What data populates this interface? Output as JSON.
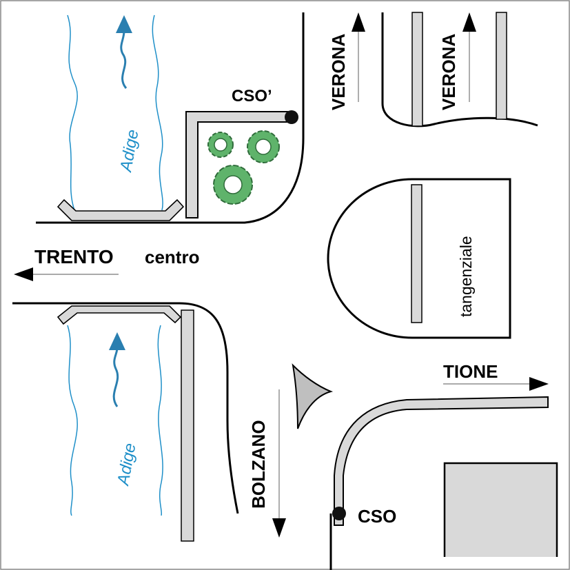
{
  "title": "Road junction schematic",
  "colors": {
    "river": "#1e8fc8",
    "road_fill": "#d9d9d9",
    "outline": "#000000",
    "tree_fill": "#5fb36b",
    "tree_dark": "#2f6b3a"
  },
  "labels": {
    "trento": "TRENTO",
    "centro": "centro",
    "verona_left": "VERONA",
    "verona_right": "VERONA",
    "bolzano": "BOLZANO",
    "tione": "TIONE",
    "cso_prime": "CSO’",
    "cso": "CSO",
    "tangenziale": "tangenziale",
    "adige_top": "Adige",
    "adige_bottom": "Adige"
  },
  "icons": {
    "trento_arrow": "arrow-left-icon",
    "verona_arrows": "arrow-up-icon",
    "bolzano_arrow": "arrow-down-icon",
    "tione_arrow": "arrow-right-icon",
    "flow_arrows": "flow-arrow-icon",
    "trees": "tree-icon",
    "cso_points": "point-marker-icon"
  }
}
